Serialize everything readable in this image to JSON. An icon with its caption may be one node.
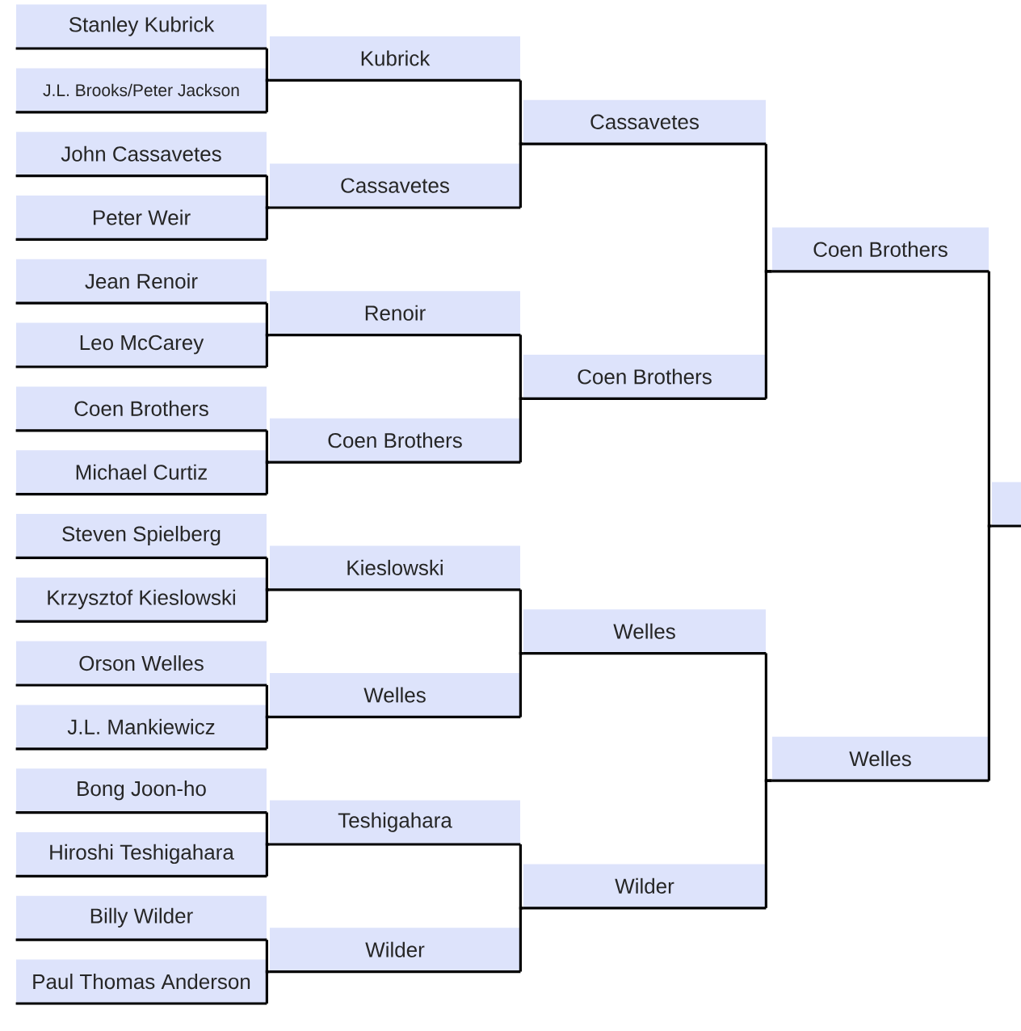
{
  "diagram": {
    "nodes": [
      {
        "text": [
          "Stanley Kubrick"
        ]
      },
      {
        "text": [
          "J.L. Brooks/Peter Jackson"
        ]
      },
      {
        "text": [
          "John Cassavetes"
        ]
      },
      {
        "text": [
          "Peter Weir"
        ]
      },
      {
        "text": [
          "Jean Renoir"
        ]
      },
      {
        "text": [
          "Leo McCarey"
        ]
      },
      {
        "text": [
          "Coen Brothers"
        ]
      },
      {
        "text": [
          "Michael Curtiz"
        ]
      },
      {
        "text": [
          "Steven Spielberg"
        ]
      },
      {
        "text": [
          "Krzysztof Kieslowski"
        ]
      },
      {
        "text": [
          "Orson Welles"
        ]
      },
      {
        "text": [
          "J.L. Mankiewicz"
        ]
      },
      {
        "text": [
          "Bong Joon-ho"
        ]
      },
      {
        "text": [
          "Hiroshi Teshigahara"
        ]
      },
      {
        "text": [
          "Billy Wilder"
        ]
      },
      {
        "text": [
          "Paul Thomas Anderson"
        ]
      },
      {
        "text": [
          "Kubrick"
        ]
      },
      {
        "text": [
          "Cassavetes"
        ]
      },
      {
        "text": [
          "Renoir"
        ]
      },
      {
        "text": [
          "Coen Brothers"
        ]
      },
      {
        "text": [
          "Kieslowski"
        ]
      },
      {
        "text": [
          "Welles"
        ]
      },
      {
        "text": [
          "Teshigahara"
        ]
      },
      {
        "text": [
          "Wilder"
        ]
      },
      {
        "text": [
          "Cassavetes"
        ]
      },
      {
        "text": [
          "Coen Brothers"
        ]
      },
      {
        "text": [
          "Welles"
        ]
      },
      {
        "text": [
          "Wilder"
        ]
      },
      {
        "text": [
          "Coen Brothers"
        ]
      },
      {
        "text": [
          "Welles"
        ]
      },
      {
        "text": [],
        "shape": "box"
      }
    ],
    "edges": [
      {
        "from": 0,
        "to": 16,
        "arrow": "none"
      },
      {
        "from": 1,
        "to": 16,
        "arrow": "none"
      },
      {
        "from": 2,
        "to": 17,
        "arrow": "none"
      },
      {
        "from": 3,
        "to": 17,
        "arrow": "none"
      },
      {
        "from": 4,
        "to": 18,
        "arrow": "none"
      },
      {
        "from": 5,
        "to": 18,
        "arrow": "none"
      },
      {
        "from": 6,
        "to": 19,
        "arrow": "none"
      },
      {
        "from": 7,
        "to": 19,
        "arrow": "none"
      },
      {
        "from": 8,
        "to": 20,
        "arrow": "none"
      },
      {
        "from": 9,
        "to": 20,
        "arrow": "none"
      },
      {
        "from": 10,
        "to": 21,
        "arrow": "none"
      },
      {
        "from": 11,
        "to": 21,
        "arrow": "none"
      },
      {
        "from": 12,
        "to": 22,
        "arrow": "none"
      },
      {
        "from": 13,
        "to": 22,
        "arrow": "none"
      },
      {
        "from": 14,
        "to": 23,
        "arrow": "none"
      },
      {
        "from": 15,
        "to": 23,
        "arrow": "none"
      },
      {
        "from": 16,
        "to": 24,
        "arrow": "none"
      },
      {
        "from": 17,
        "to": 24,
        "arrow": "none"
      },
      {
        "from": 18,
        "to": 25,
        "arrow": "none"
      },
      {
        "from": 19,
        "to": 25,
        "arrow": "none"
      },
      {
        "from": 20,
        "to": 26,
        "arrow": "none"
      },
      {
        "from": 21,
        "to": 26,
        "arrow": "none"
      },
      {
        "from": 22,
        "to": 27,
        "arrow": "none"
      },
      {
        "from": 23,
        "to": 27,
        "arrow": "none"
      },
      {
        "from": 24,
        "to": 28,
        "arrow": "none"
      },
      {
        "from": 25,
        "to": 28,
        "arrow": "none"
      },
      {
        "from": 26,
        "to": 29,
        "arrow": "none"
      },
      {
        "from": 27,
        "to": 29,
        "arrow": "none"
      },
      {
        "from": 28,
        "to": 30,
        "arrow": "none"
      },
      {
        "from": 29,
        "to": 30,
        "arrow": "none"
      }
    ]
  }
}
